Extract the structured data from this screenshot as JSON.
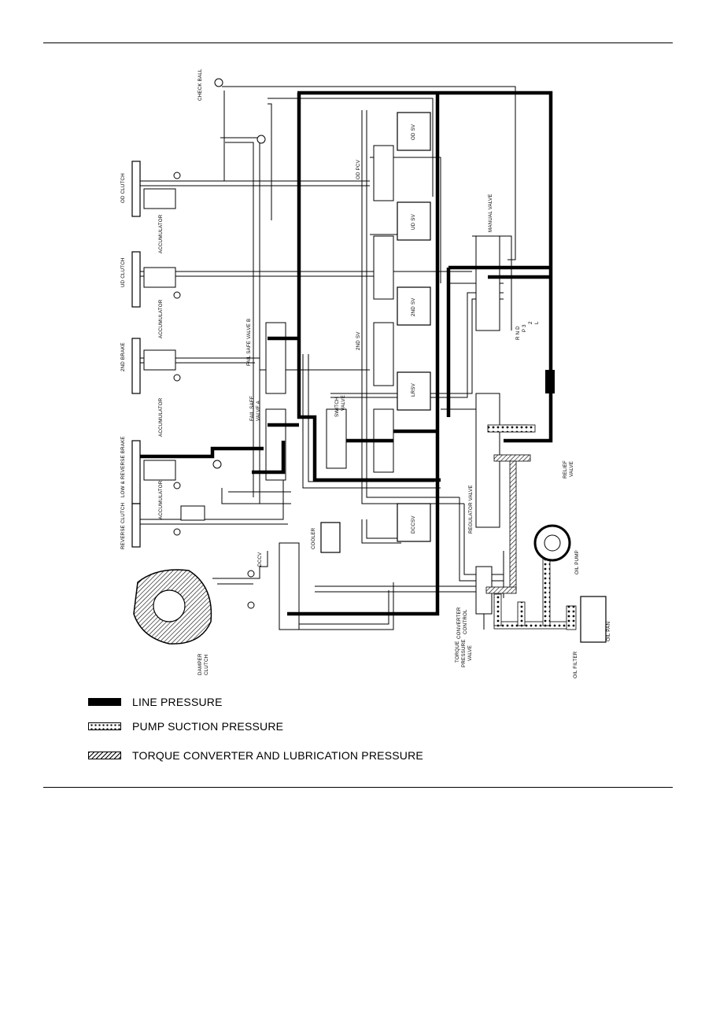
{
  "diagram": {
    "labels": {
      "check_ball": "CHECK BALL",
      "od_clutch": "OD CLUTCH",
      "ud_clutch": "UD CLUTCH",
      "second_brake": "2ND BRAKE",
      "low_reverse_brake": "LOW & REVERSE BRAKE",
      "reverse_clutch": "REVERSE CLUTCH",
      "accumulator": "ACCUMULATOR",
      "od_sv": "OD SV",
      "ud_sv": "UD SV",
      "second_sv_box": "2ND SV",
      "second_sv": "2ND SV",
      "lrsv": "LRSV",
      "dccsv": "DCCSV",
      "od_pcv": "OD PCV",
      "manual_valve": "MANUAL VALVE",
      "fail_safe_valve_b": "FAIL SAFE VALVE B",
      "fail_safe_valve_a_1": "FAIL SAFE",
      "fail_safe_valve_a_2": "VALVE A",
      "switch_valve_1": "SWITCH",
      "switch_valve_2": "VALVE",
      "regulator_valve": "REGULATOR VALVE",
      "relief_valve_1": "RELIEF",
      "relief_valve_2": "VALVE",
      "oil_pump": "OIL PUMP",
      "cooler": "COOLER",
      "dccv": "DCCV",
      "damper_clutch_1": "DAMPER",
      "damper_clutch_2": "CLUTCH",
      "converter_control_1": "CONVERTER",
      "converter_control_2": "CONTROL",
      "torque_pressure_valve_1": "TORQUE",
      "torque_pressure_valve_2": "PRESSURE",
      "torque_pressure_valve_3": "VALVE",
      "oil_filter": "OIL FILTER",
      "oil_pan": "OIL PAN",
      "range_1": "R N D",
      "range_2": "P 3",
      "range_3": "2",
      "range_4": "L"
    }
  },
  "legend": [
    {
      "label": "LINE PRESSURE"
    },
    {
      "label": "PUMP SUCTION PRESSURE"
    },
    {
      "label": "TORQUE CONVERTER AND LUBRICATION PRESSURE"
    }
  ]
}
